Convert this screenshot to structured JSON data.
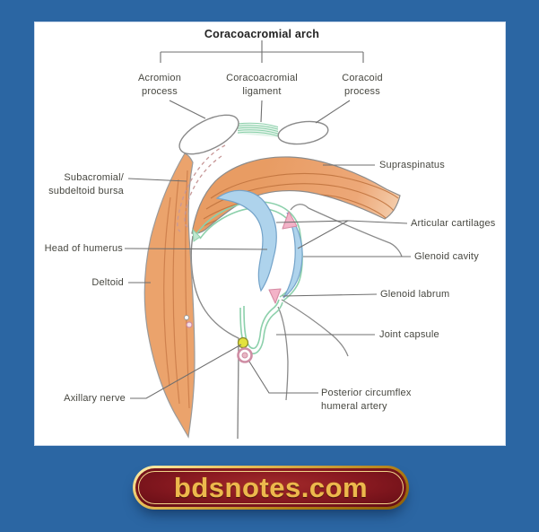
{
  "window": {
    "background_color": "#2b66a3",
    "panel_color": "#ffffff"
  },
  "diagram": {
    "title": "Coracoacromial arch",
    "labels": {
      "acromion_process": "Acromion process",
      "coracoacromial_ligament": "Coracoacromial ligament",
      "coracoid_process": "Coracoid process",
      "supraspinatus": "Supraspinatus",
      "subacromial_line1": "Subacromial/",
      "subacromial_line2": "subdeltoid bursa",
      "articular_cartilages": "Articular cartilages",
      "head_of_humerus": "Head of humerus",
      "glenoid_cavity": "Glenoid cavity",
      "deltoid": "Deltoid",
      "glenoid_labrum": "Glenoid labrum",
      "joint_capsule": "Joint capsule",
      "axillary_nerve": "Axillary nerve",
      "posterior_circumflex_line1": "Posterior circumflex",
      "posterior_circumflex_line2": "humeral artery"
    },
    "colors": {
      "muscle_orange": "#eba36c",
      "muscle_streak": "#ca7c49",
      "cartilage_blue": "#aed3ec",
      "cartilage_outline": "#74a3c9",
      "capsule_green": "#8cd0ab",
      "labrum_pink": "#f3b3c8",
      "nerve_yellow": "#e3e23e",
      "artery_pink": "#cf8da4",
      "bone_outline_gray": "#8a8a8a",
      "leader_line_gray": "#6f6f6f",
      "bursa_dash": "#c79898"
    }
  },
  "badge": {
    "text": "bdsnotes.com",
    "text_color": "#edb84d",
    "background_color": "#8b1a21",
    "border_color": "#e9c05a"
  }
}
